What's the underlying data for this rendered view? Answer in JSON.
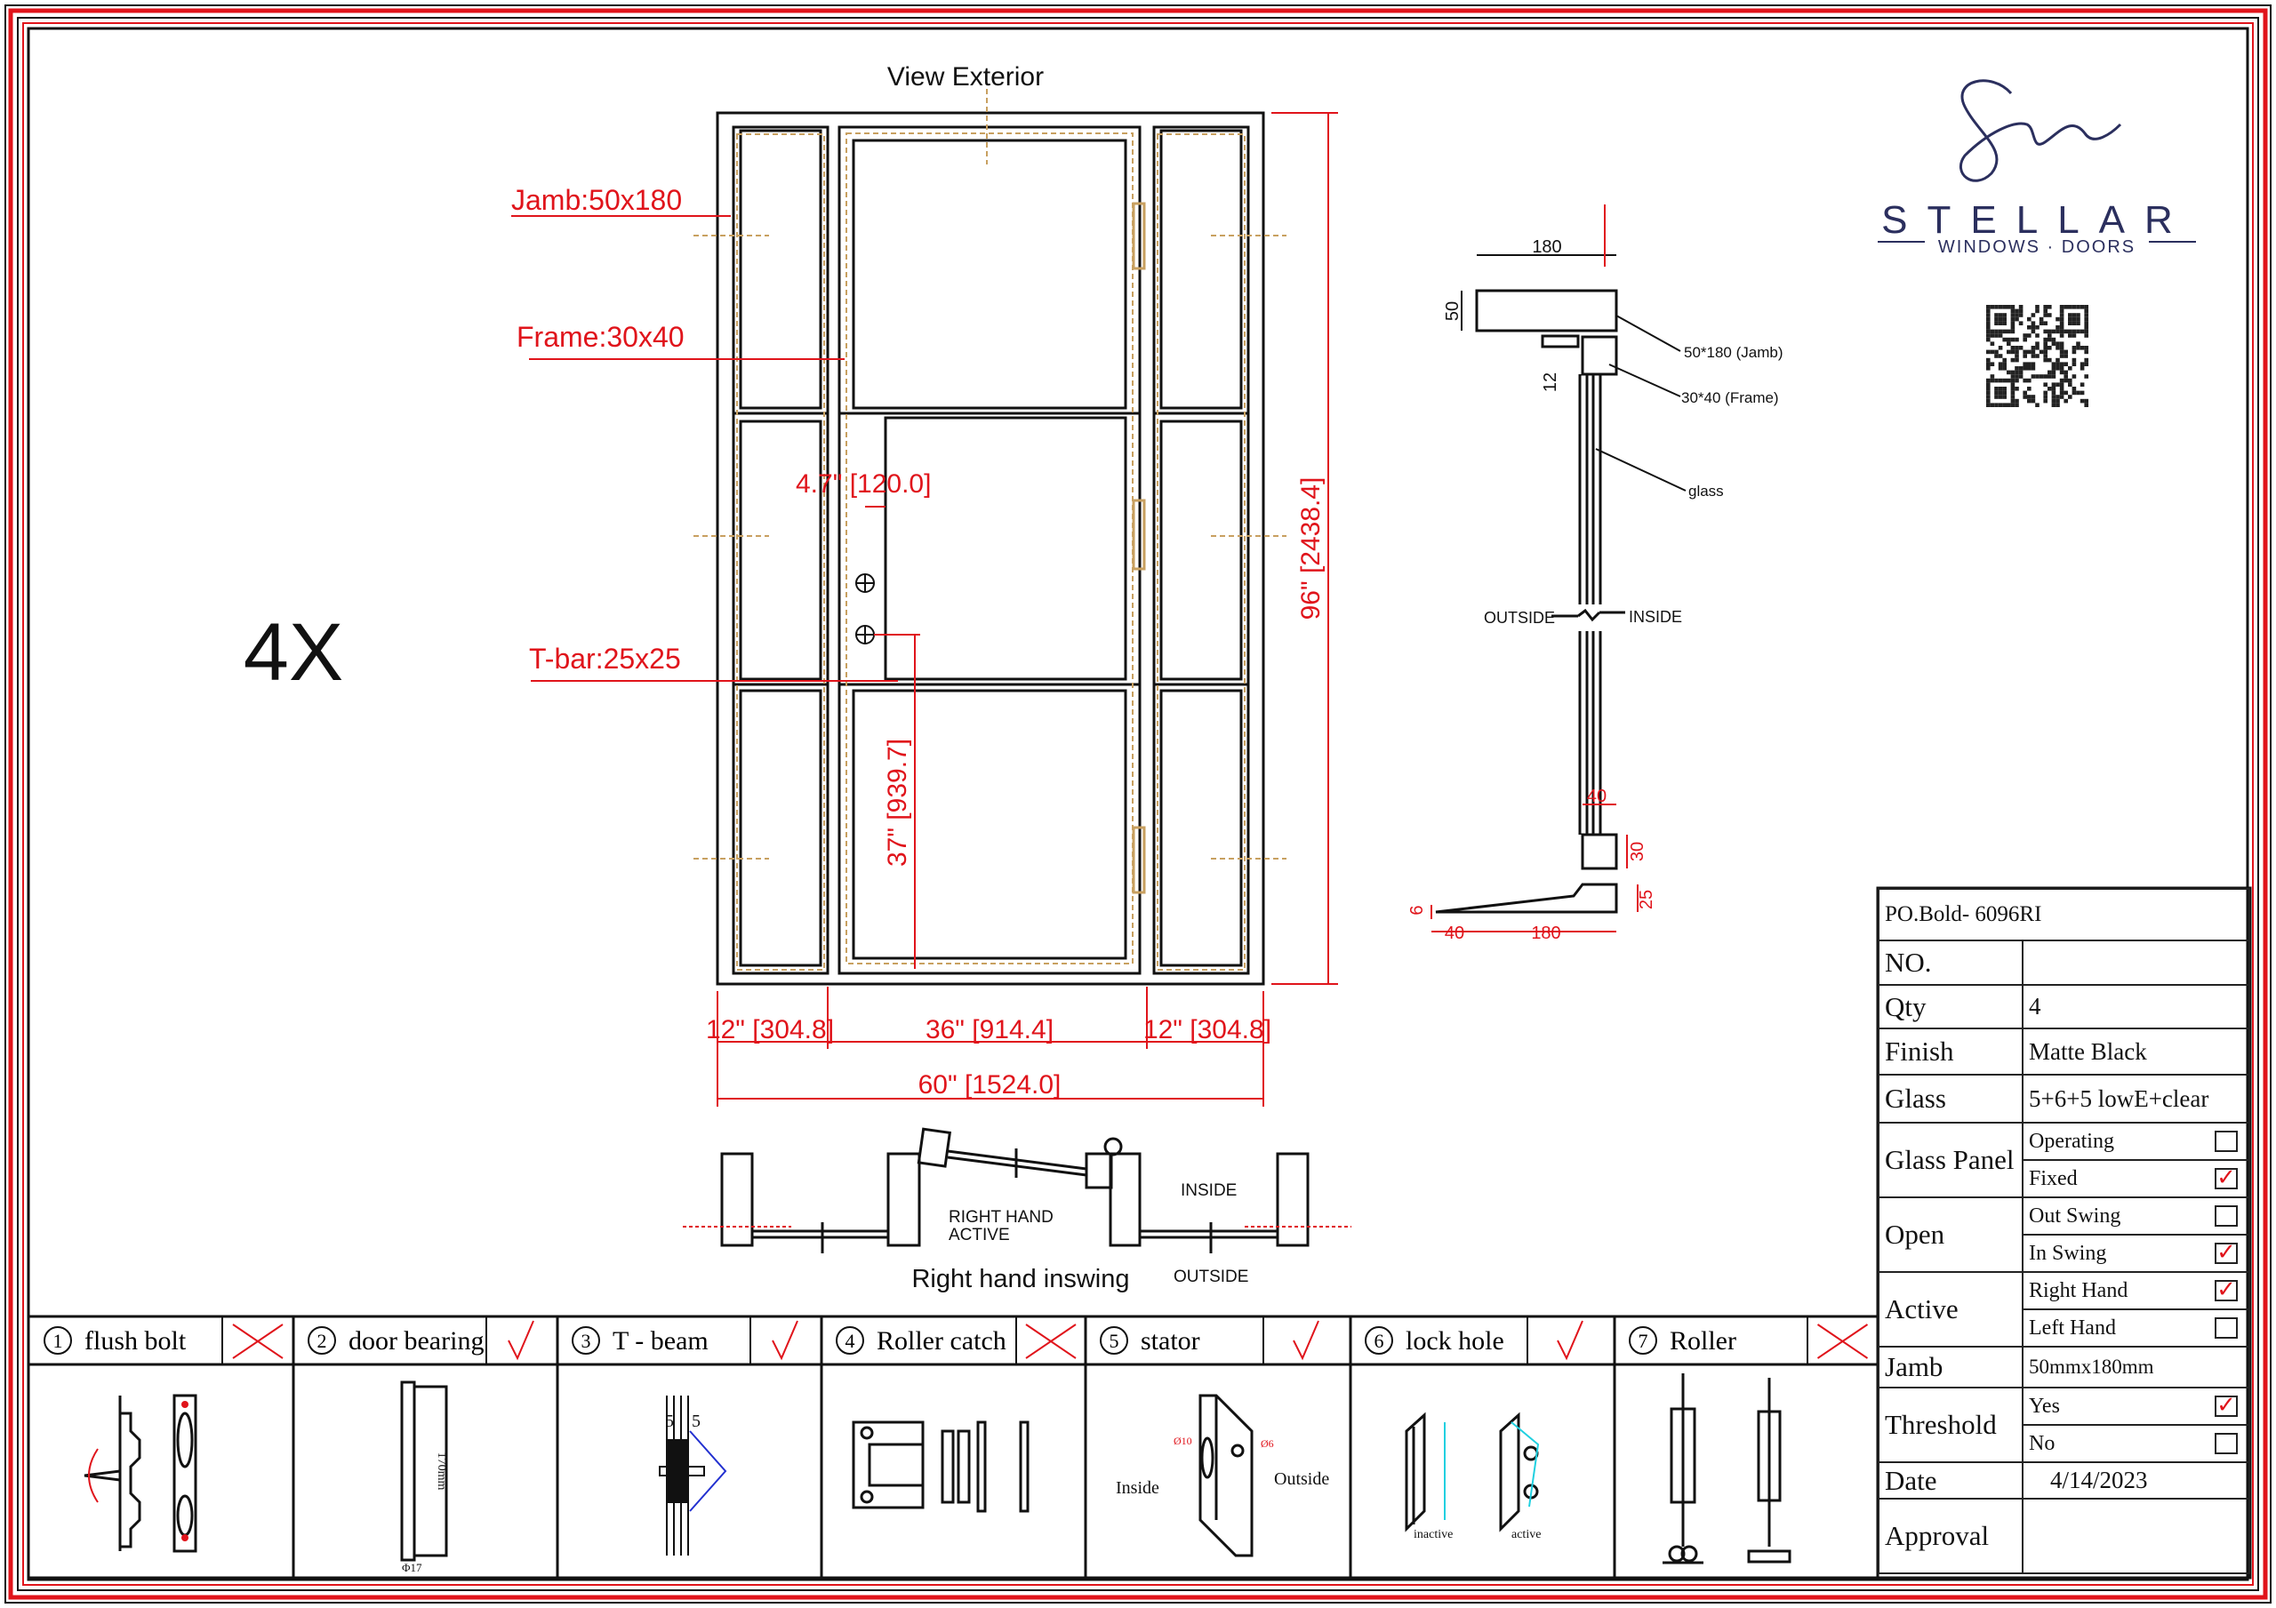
{
  "title": "View Exterior",
  "quantity_mark": "4X",
  "labels": {
    "jamb": "Jamb:50x180",
    "frame": "Frame:30x40",
    "tbar": "T-bar:25x25",
    "handle_offset": "4.7\" [120.0]",
    "height": "96\" [2438.4]",
    "handle_height": "37\" [939.7]",
    "left_sidelite": "12\" [304.8]",
    "door_width": "36\" [914.4]",
    "right_sidelite": "12\" [304.8]",
    "total_width": "60\" [1524.0]"
  },
  "plan": {
    "active": [
      "RIGHT HAND",
      "ACTIVE"
    ],
    "inside": "INSIDE",
    "outside": "OUTSIDE",
    "caption": "Right hand inswing"
  },
  "section": {
    "top_width": "180",
    "jamb_height": "50",
    "gap": "12",
    "jamb_callout": "50*180 (Jamb)",
    "frame_callout": "30*40  (Frame)",
    "glass_callout": "glass",
    "outside": "OUTSIDE",
    "inside": "INSIDE",
    "bottom_frame_w": "40",
    "bottom_frame_h": "30",
    "threshold_h": "25",
    "threshold_lip": "6",
    "threshold_nose": "40",
    "threshold_w": "180"
  },
  "brand": {
    "name": "STELLAR",
    "tagline": "WINDOWS · DOORS",
    "color": "#2b2f5e"
  },
  "hardware": [
    {
      "num": "1",
      "name": "flush bolt",
      "included": false
    },
    {
      "num": "2",
      "name": "door bearing",
      "included": true,
      "note": "170mm",
      "dia": "Φ17"
    },
    {
      "num": "3",
      "name": "T - beam",
      "included": true,
      "dims": [
        "5",
        "5"
      ]
    },
    {
      "num": "4",
      "name": "Roller catch",
      "included": false
    },
    {
      "num": "5",
      "name": "stator",
      "included": true,
      "inside": "Inside",
      "outside": "Outside",
      "d1": "Ø10",
      "d2": "Ø6"
    },
    {
      "num": "6",
      "name": "lock hole",
      "included": true,
      "inactive": "inactive",
      "active": "active"
    },
    {
      "num": "7",
      "name": "Roller",
      "included": false
    }
  ],
  "spec": {
    "po": "PO.Bold- 6096RI",
    "no_label": "NO.",
    "no_value": "",
    "qty_label": "Qty",
    "qty_value": "4",
    "finish_label": "Finish",
    "finish_value": "Matte Black",
    "glass_label": "Glass",
    "glass_value": "5+6+5   lowE+clear",
    "panel_label": "Glass Panel",
    "panel_opt1": "Operating",
    "panel_opt2": "Fixed",
    "open_label": "Open",
    "open_opt1": "Out Swing",
    "open_opt2": "In Swing",
    "active_label": "Active",
    "active_opt1": "Right Hand",
    "active_opt2": "Left Hand",
    "jamb_label": "Jamb",
    "jamb_value": "50mmx180mm",
    "threshold_label": "Threshold",
    "threshold_opt1": "Yes",
    "threshold_opt2": "No",
    "date_label": "Date",
    "date_value": "4/14/2023",
    "approval_label": "Approval",
    "approval_value": "",
    "check": "✓",
    "checked": {
      "operating": false,
      "fixed": true,
      "out_swing": false,
      "in_swing": true,
      "right_hand": true,
      "left_hand": false,
      "yes": true,
      "no": false
    }
  },
  "colors": {
    "dimension": "#e0141b",
    "glass_line": "#c8a060",
    "ink": "#111111"
  }
}
